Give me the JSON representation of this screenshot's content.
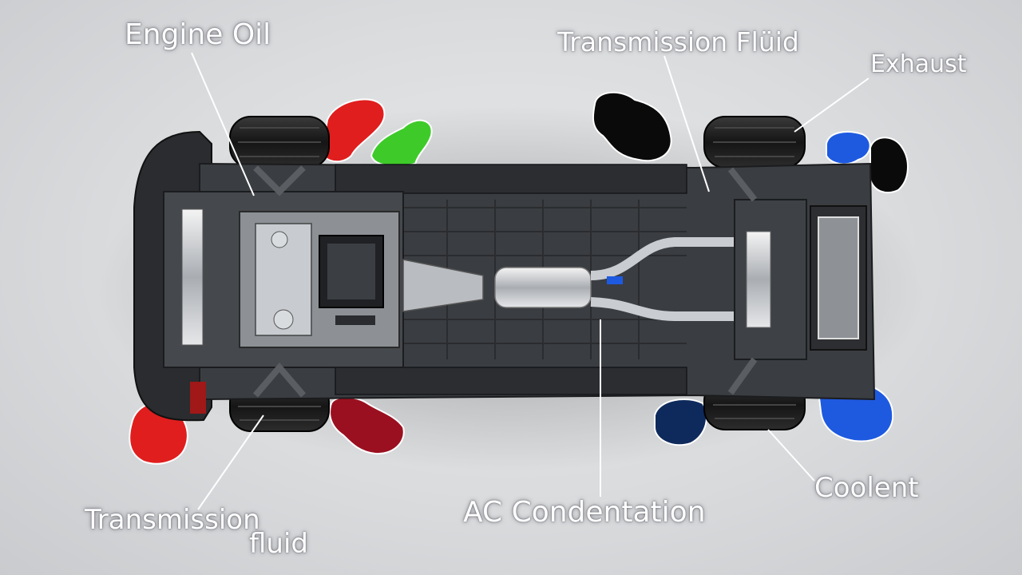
{
  "diagram": {
    "labels": {
      "engine_oil": "Engine Oil",
      "transmission_fluid_top": "Transmission Flüid",
      "exhaust": "Exhaust",
      "coolant": "Coolent",
      "ac_condensation": "AC Condentation",
      "transmission_fluid_bottom_line1": "Transmission",
      "transmission_fluid_bottom_line2": "fluid"
    },
    "colors": {
      "engine_oil": "#e01e1e",
      "transmission_fluid": "#9a1020",
      "green_fluid": "#3ecb2a",
      "exhaust": "#0a0a0a",
      "coolant": "#1e5ae0",
      "coolant_dark": "#0e2a5c",
      "leader_line": "#ffffff"
    },
    "icons": {
      "vehicle": "car-underside-icon",
      "puddle": "fluid-puddle-icon",
      "tire": "tire-icon"
    }
  }
}
